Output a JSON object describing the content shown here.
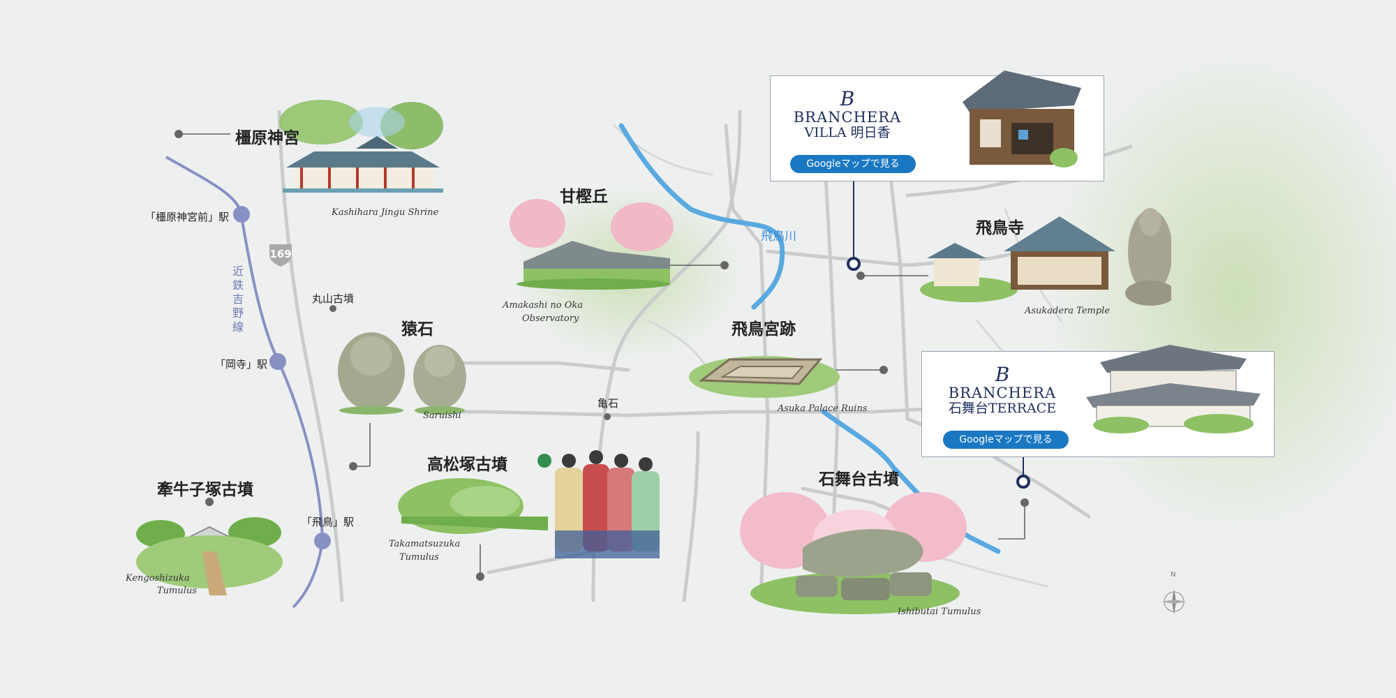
{
  "map": {
    "river_label": "飛鳥川",
    "route_label": "169",
    "railway": {
      "line_name": "近鉄吉野線",
      "stations": [
        "「橿原神宮前」駅",
        "「岡寺」駅",
        "「飛鳥」駅"
      ]
    },
    "landmarks": [
      {
        "name": "橿原神宮",
        "caption": "Kashihara Jingu Shrine"
      },
      {
        "name": "甘樫丘",
        "caption_lines": [
          "Amakashi no Oka",
          "Observatory"
        ]
      },
      {
        "name": "猿石",
        "caption": "Saruishi"
      },
      {
        "name": "飛鳥宮跡",
        "caption": "Asuka Palace Ruins"
      },
      {
        "name": "飛鳥寺",
        "caption": "Asukadera Temple"
      },
      {
        "name": "高松塚古墳",
        "caption_lines": [
          "Takamatsuzuka",
          "Tumulus"
        ]
      },
      {
        "name": "石舞台古墳",
        "caption": "Ishibutai Tumulus"
      },
      {
        "name": "牽牛子塚古墳",
        "caption_lines": [
          "Kengoshizuka",
          "Tumulus"
        ]
      }
    ],
    "minor_places": [
      "丸山古墳",
      "亀石"
    ],
    "compass_letter": "N"
  },
  "hotels": [
    {
      "brand_mark": "B",
      "brand_name": "BRANCHERA",
      "brand_line2": "VILLA 明日香",
      "button_label": "Googleマップで見る"
    },
    {
      "brand_mark": "B",
      "brand_name": "BRANCHERA",
      "brand_line2": "石舞台TERRACE",
      "button_label": "Googleマップで見る"
    }
  ],
  "colors": {
    "background": "#eef0f0",
    "road": "#c9cbcc",
    "rail": "#8890c4",
    "river": "#5aa9e0",
    "brand": "#1f2e5c",
    "button": "#1a78c2"
  }
}
